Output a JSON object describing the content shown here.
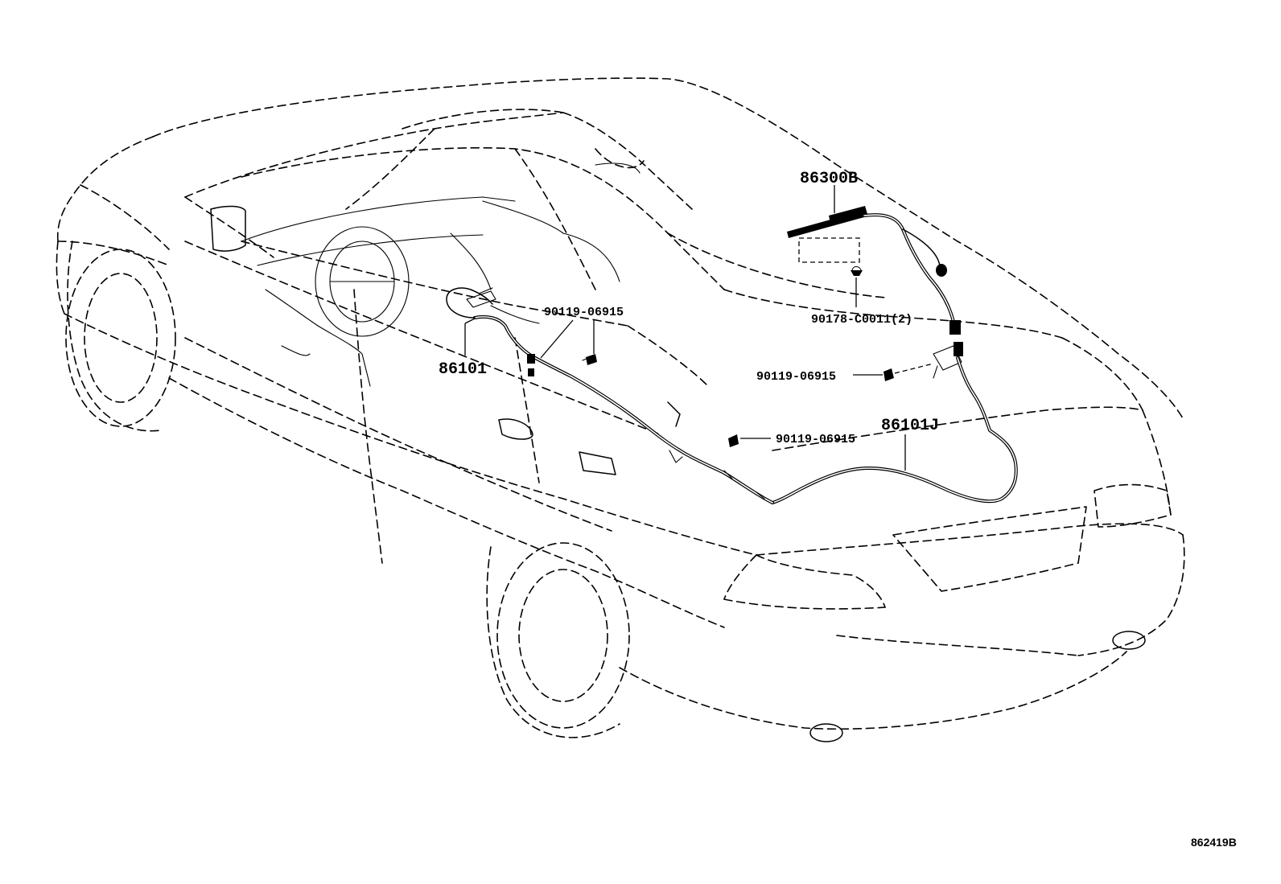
{
  "diagram": {
    "callouts": {
      "antenna": "86300B",
      "antenna_clip": "90178-C0011(2)",
      "screw_upper": "90119-06915",
      "cable_front": "86101",
      "screw_right": "90119-06915",
      "cable_rear": "86101J",
      "screw_lower": "90119-06915"
    },
    "reference_code": "862419B"
  }
}
